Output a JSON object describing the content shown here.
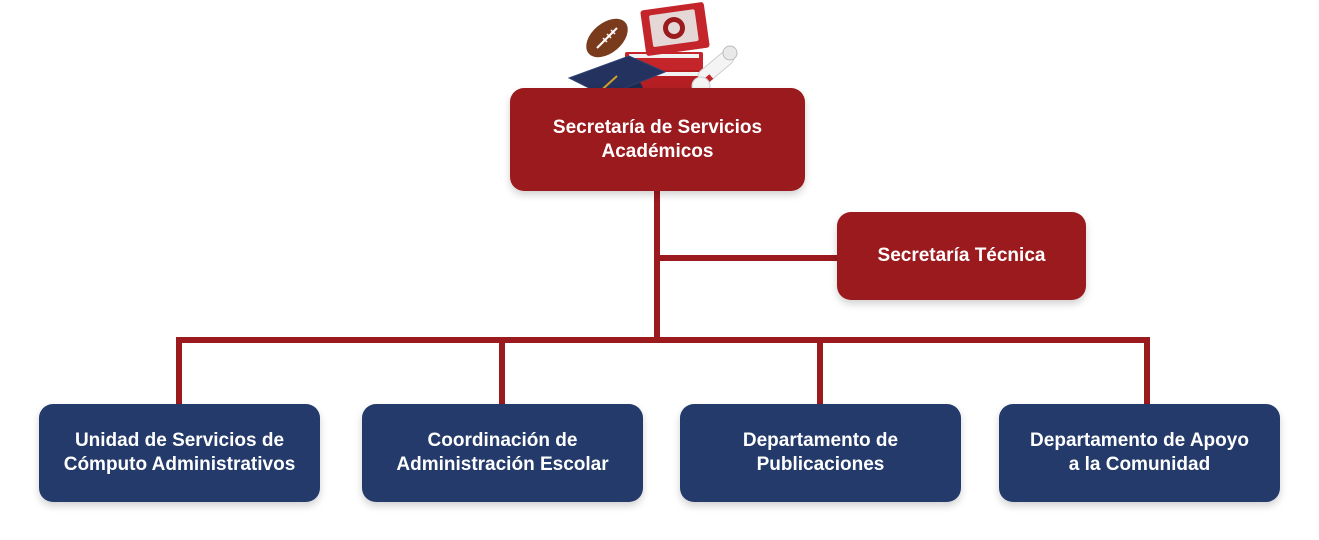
{
  "diagram": {
    "root": {
      "label": "Secretaría de Servicios\nAcadémicos"
    },
    "side": {
      "label": "Secretaría Técnica"
    },
    "children": [
      {
        "label": "Unidad de Servicios de\nCómputo Administrativos"
      },
      {
        "label": "Coordinación de\nAdministración Escolar"
      },
      {
        "label": "Departamento de\nPublicaciones"
      },
      {
        "label": "Departamento de Apoyo\na la Comunidad"
      }
    ]
  },
  "colors": {
    "primary_red": "#9b1a1d",
    "primary_blue": "#243a6b",
    "connector": "#9b1a1d"
  },
  "icons": [
    "graduation-cap-icon",
    "books-stack-icon",
    "football-icon",
    "diploma-scroll-icon"
  ]
}
